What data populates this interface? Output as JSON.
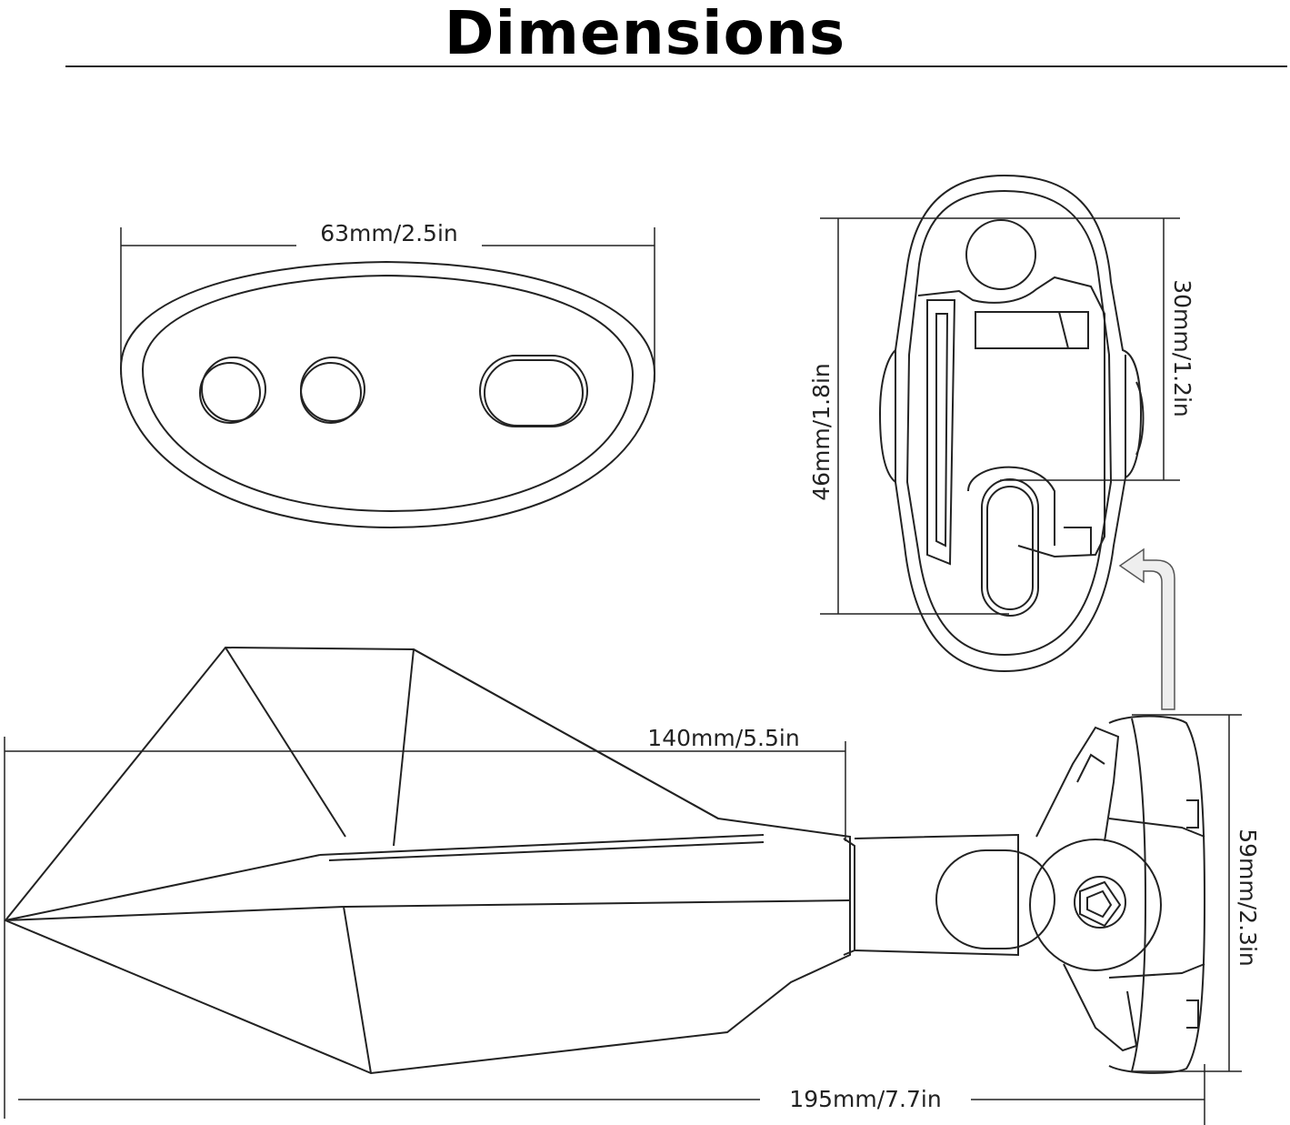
{
  "title": "Dimensions",
  "dimensions": {
    "base_width": "63mm/2.5in",
    "mount_height": "46mm/1.8in",
    "hole_spacing": "30mm/1.2in",
    "arm_length": "140mm/5.5in",
    "overall_length": "195mm/7.7in",
    "mirror_height": "59mm/2.3in"
  }
}
